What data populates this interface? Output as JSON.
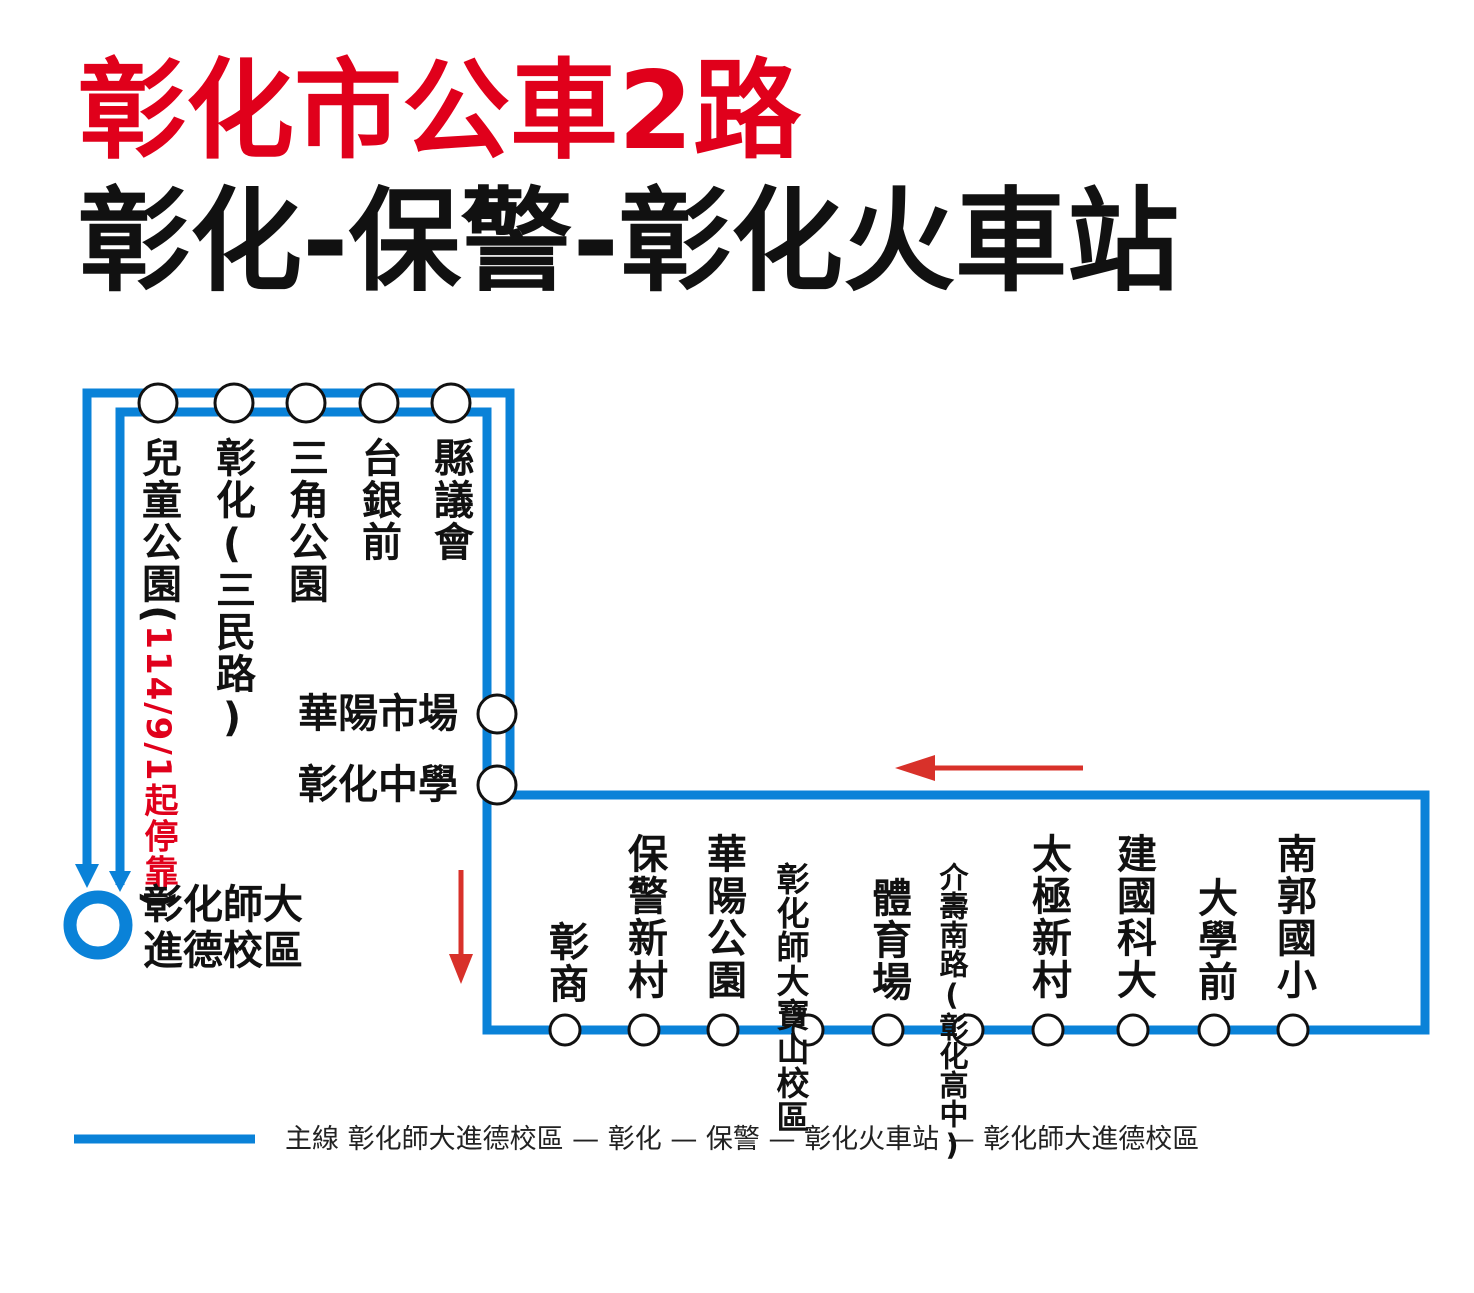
{
  "title": {
    "route": "彰化市公車2路",
    "route_color": "#e0001b",
    "subtitle": "彰化-保警-彰化火車站"
  },
  "line_color": "#0a82d8",
  "arrow_color": "#d8312a",
  "terminal": {
    "line1": "彰化師大",
    "line2": "進德校區"
  },
  "top_stops": [
    {
      "name": "兒童公園",
      "suffix": "(",
      "note": "114/9/1起停靠",
      "tail": ")"
    },
    {
      "name": "彰化(三民路)"
    },
    {
      "name": "三角公園"
    },
    {
      "name": "台銀前"
    },
    {
      "name": "縣議會"
    }
  ],
  "middle_stops": [
    "華陽市場",
    "彰化中學"
  ],
  "bottom_stops": [
    {
      "name": "彰商"
    },
    {
      "name": "保警新村"
    },
    {
      "name": "華陽公園"
    },
    {
      "name": "彰化師大寶山校區",
      "col1": "彰化師大",
      "col2": "寶山校區"
    },
    {
      "name": "體育場"
    },
    {
      "name": "介壽南路(彰化高中)",
      "col1": "介壽南路",
      "col2": "(彰化高中)"
    },
    {
      "name": "太極新村"
    },
    {
      "name": "建國科大"
    },
    {
      "name": "大學前"
    },
    {
      "name": "南郭國小"
    }
  ],
  "legend": {
    "text": "主線  彰化師大進德校區 — 彰化 — 保警 — 彰化火車站 — 彰化師大進德校區"
  }
}
